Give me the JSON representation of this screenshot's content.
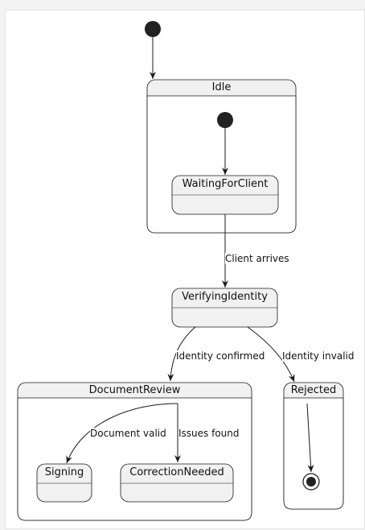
{
  "diagram": {
    "type": "state-machine",
    "colors": {
      "state_fill": "#f1f1f1",
      "state_border": "#181818",
      "node_fill": "#222222",
      "arrow": "#181818"
    },
    "states": {
      "idle": "Idle",
      "waiting_for_client": "WaitingForClient",
      "verifying_identity": "VerifyingIdentity",
      "document_review": "DocumentReview",
      "signing": "Signing",
      "correction_needed": "CorrectionNeeded",
      "rejected": "Rejected"
    },
    "transitions": {
      "client_arrives": "Client arrives",
      "identity_confirmed": "Identity confirmed",
      "identity_invalid": "Identity invalid",
      "document_valid": "Document valid",
      "issues_found": "Issues found"
    }
  }
}
